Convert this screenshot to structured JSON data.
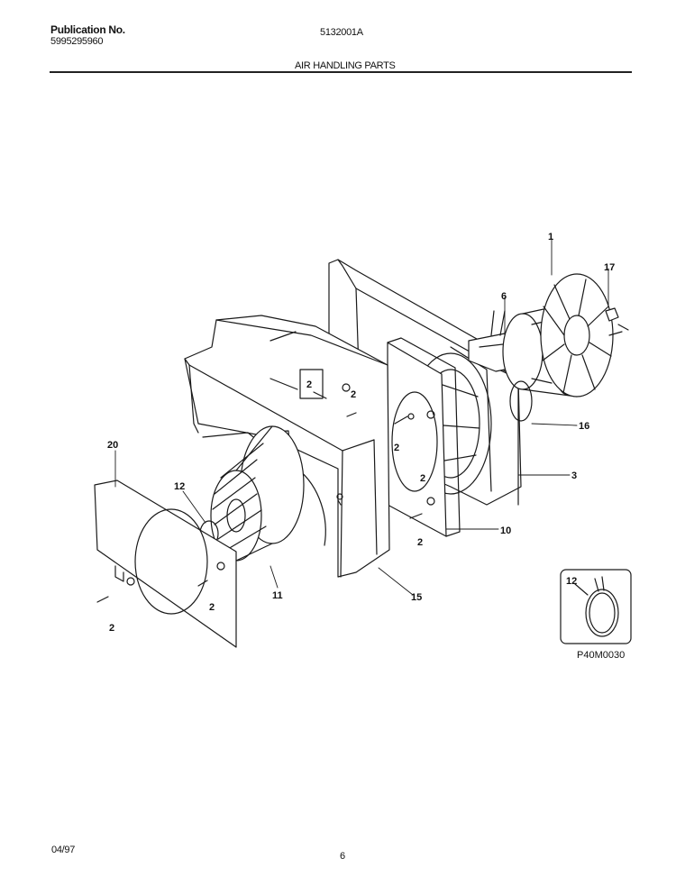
{
  "header": {
    "publication_label": "Publication No.",
    "publication_number": "5995295960",
    "document_id": "5132001A",
    "section_title": "AIR HANDLING PARTS"
  },
  "footer": {
    "date": "04/97",
    "page_number": "6"
  },
  "diagram": {
    "figure_code": "P40M0030",
    "callouts": {
      "fan_blade": "1",
      "screw_a": "2",
      "screw_b": "2",
      "screw_c": "2",
      "screw_d": "2",
      "screw_e": "2",
      "screw_f": "2",
      "screw_g": "2",
      "shroud": "3",
      "motor_mount": "6",
      "orifice_plate": "10",
      "blower_wheel": "11",
      "clamp": "12",
      "clamp_detail": "12",
      "scroll_housing": "15",
      "motor": "16",
      "nut": "17",
      "front_panel": "20"
    }
  }
}
